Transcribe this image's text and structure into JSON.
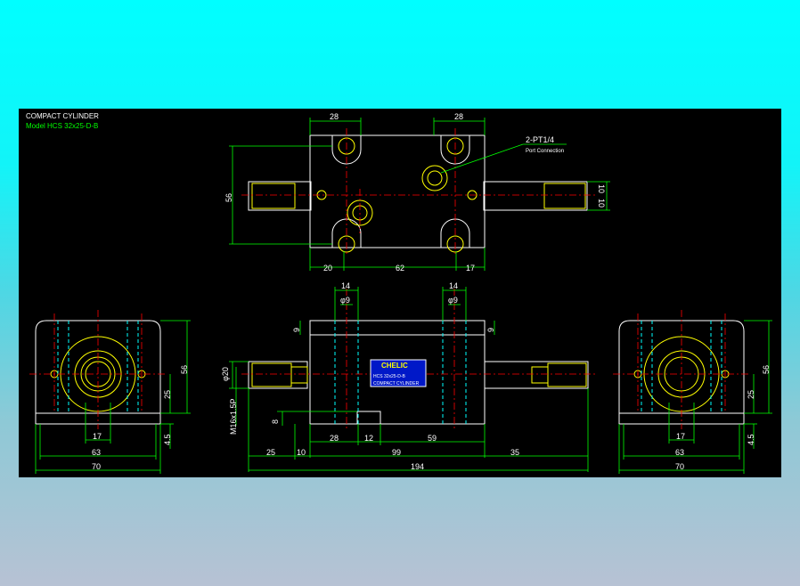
{
  "header": {
    "title": "COMPACT CYLINDER",
    "model": "Model HCS 32x25-D-B"
  },
  "port_note": {
    "label": "2-PT1/4",
    "sub": "Port Connection"
  },
  "nameplate": {
    "brand": "CHELIC",
    "model": "HCS 32x25-D-B",
    "product": "COMPACT CYLINDER"
  },
  "top_view": {
    "dims": {
      "top_left": "28",
      "top_right": "28",
      "left_height": "56",
      "right_small_a": "10",
      "right_small_b": "10",
      "bottom_left": "20",
      "bottom_mid": "62",
      "bottom_right": "17"
    }
  },
  "front_view": {
    "dims": {
      "top_w_left": "14",
      "top_d_left": "φ9",
      "top_w_right": "14",
      "top_d_right": "φ9",
      "left_h": "9",
      "right_h": "9",
      "rod_dia": "φ20",
      "thread": "M16x1.5P",
      "small_h": "8",
      "b1": "28",
      "b2": "12",
      "b3": "59",
      "c1": "25",
      "c2": "10",
      "c3": "99",
      "c4": "35",
      "overall": "194"
    }
  },
  "left_end_view": {
    "dims": {
      "h_total": "56",
      "h_mid": "25",
      "bore": "17",
      "h_small": "4.5",
      "w_inner": "63",
      "w_outer": "70"
    }
  },
  "right_end_view": {
    "dims": {
      "h_total": "56",
      "h_mid": "25",
      "bore": "17",
      "h_small": "4.5",
      "w_inner": "63",
      "w_outer": "70"
    }
  }
}
